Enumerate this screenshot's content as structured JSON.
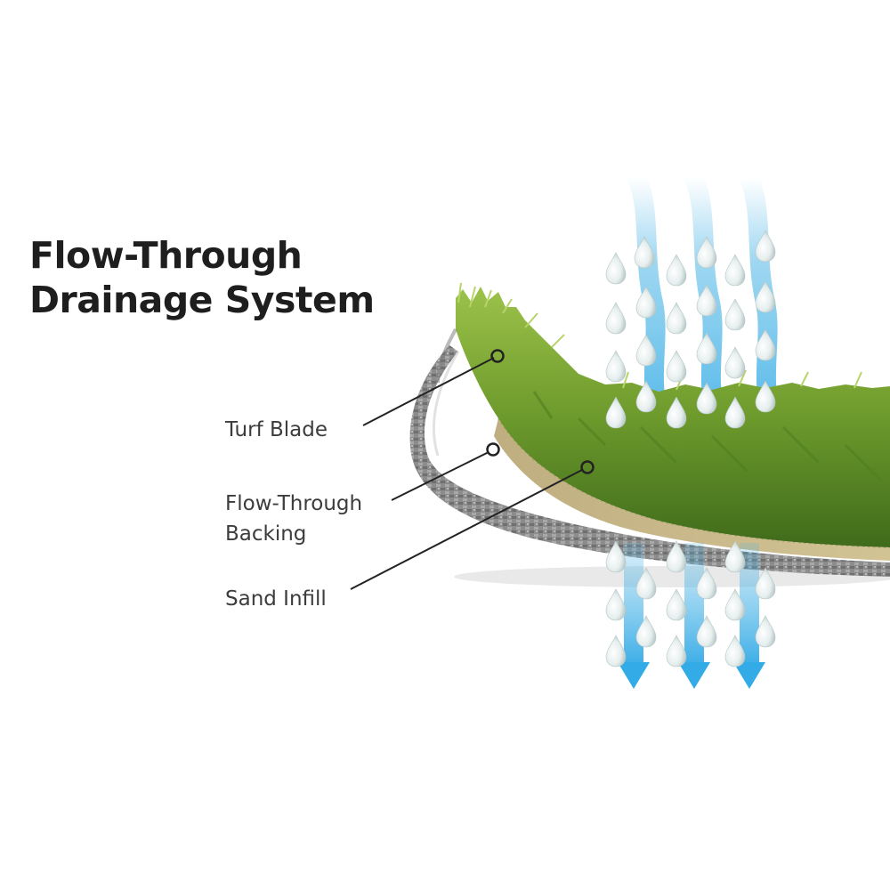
{
  "title": {
    "line1": "Flow-Through",
    "line2": "Drainage System"
  },
  "labels": {
    "turf_blade": "Turf Blade",
    "backing_line1": "Flow-Through",
    "backing_line2": "Backing",
    "sand_infill": "Sand Infill"
  },
  "colors": {
    "title": "#1e1e1e",
    "label_text": "#3c3c3c",
    "grass": "#6d9a2c",
    "backing": "#8a8a8a",
    "sand": "#c9b98c",
    "water_flow": "#4fb6e6"
  }
}
